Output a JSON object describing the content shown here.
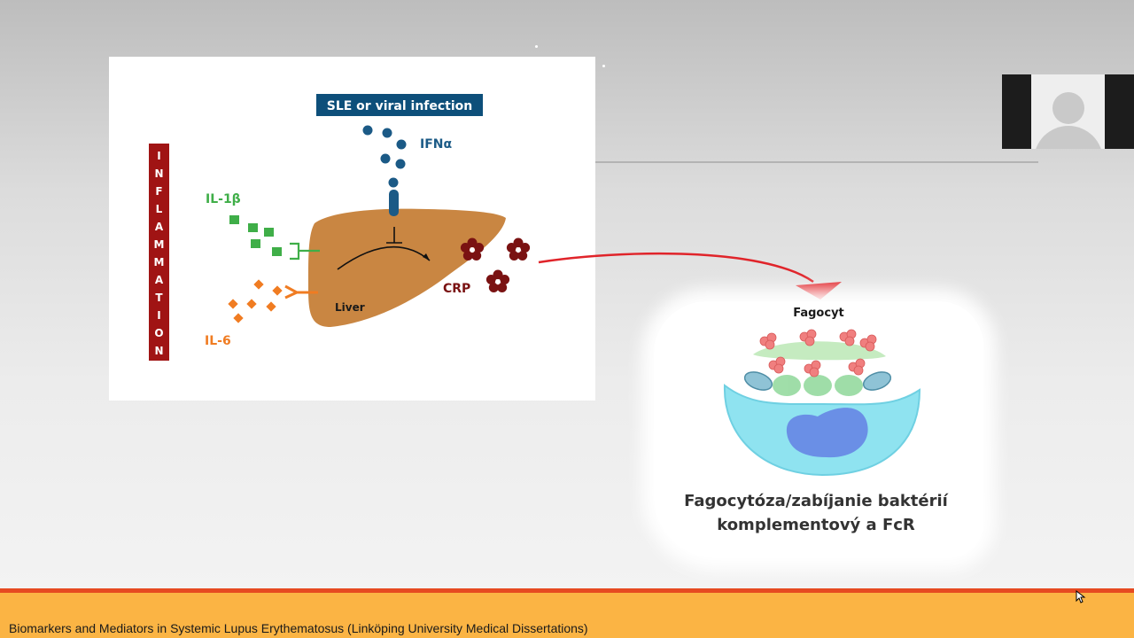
{
  "slide": {
    "diagram": {
      "stimulus_label": "SLE or viral infection",
      "ifn_label": "IFNα",
      "il1b_label": "IL-1β",
      "il6_label": "IL-6",
      "liver_label": "Liver",
      "crp_label": "CRP",
      "inflammation_letters": [
        "I",
        "N",
        "F",
        "L",
        "A",
        "M",
        "M",
        "A",
        "T",
        "I",
        "O",
        "N"
      ]
    },
    "phagocyte": {
      "title": "Fagocyt",
      "caption_line1": "Fagocytóza/zabíjanie baktérií",
      "caption_line2": "komplementový a FcR"
    }
  },
  "footer": {
    "title": "Biomarkers and Mediators in Systemic Lupus Erythematosus (Linköping University Medical Dissertations)"
  },
  "colors": {
    "stimulus_box": "#0d4f7a",
    "ifn": "#1b5a86",
    "il1b": "#3fae48",
    "il6": "#f07c22",
    "liver": "#c98642",
    "crp": "#7a1212",
    "inflammation_bar": "#a01414",
    "arrow": "#e0242a",
    "footer_bar": "#fbb444",
    "footer_line": "#e64a21"
  }
}
